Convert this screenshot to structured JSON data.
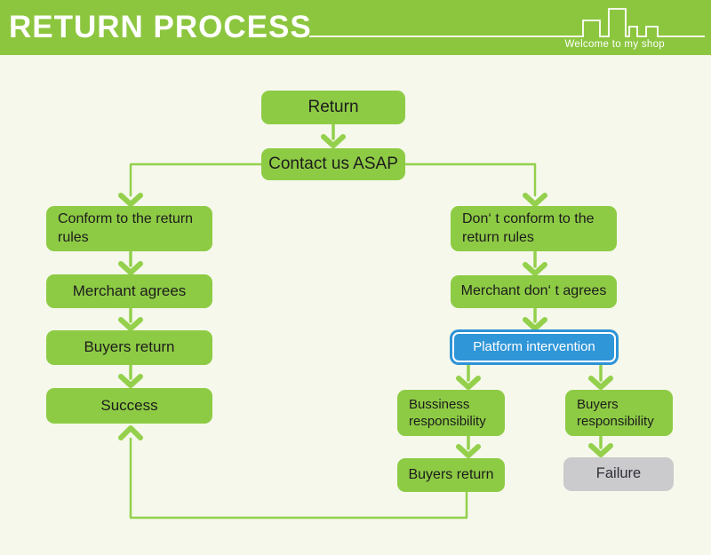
{
  "header": {
    "title": "RETURN PROCESS",
    "tagline": "Welcome to my shop"
  },
  "colors": {
    "header_green": "#8cc63f",
    "node_green": "#8ecb45",
    "arrow_green": "#94d04c",
    "platform_blue": "#2f96d8",
    "failure_gray": "#cbcbcd",
    "background": "#f5f8eb",
    "node_text": "#1c1c1c",
    "header_text": "#ffffff"
  },
  "icons": {
    "skyline": "city-skyline-outline"
  },
  "nodes": {
    "return": {
      "label": "Return"
    },
    "contact": {
      "label": "Contact us ASAP"
    },
    "conform": {
      "label": "Conform to the return rules"
    },
    "merchant_agrees": {
      "label": "Merchant agrees"
    },
    "buyers_return_left": {
      "label": "Buyers return"
    },
    "success": {
      "label": "Success"
    },
    "dont_conform": {
      "label": "Don‘ t conform to the return rules"
    },
    "merchant_dont_agrees": {
      "label": "Merchant don‘ t agrees"
    },
    "platform": {
      "label": "Platform intervention"
    },
    "business_resp": {
      "label": "Bussiness responsibility"
    },
    "buyers_resp": {
      "label": "Buyers responsibility"
    },
    "buyers_return_right": {
      "label": "Buyers return"
    },
    "failure": {
      "label": "Failure"
    }
  }
}
